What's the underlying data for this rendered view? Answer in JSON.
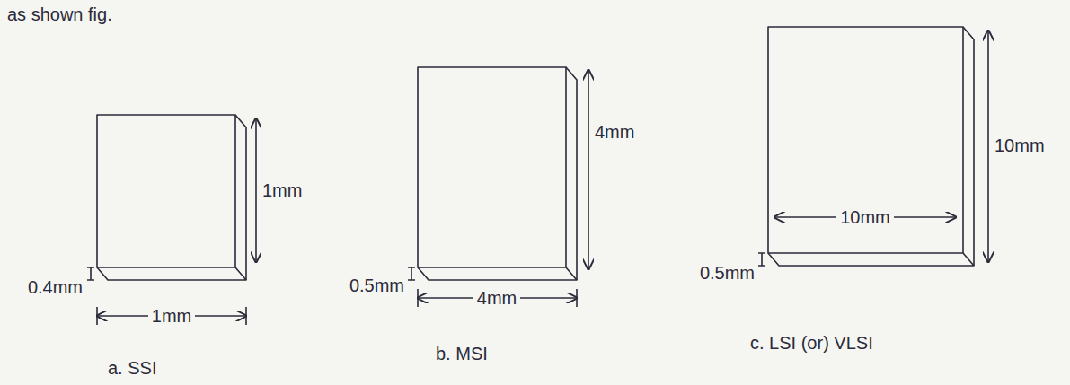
{
  "diagram": {
    "labels": [
      "as shown fig.",
      "1mm",
      "0.4mm",
      "1mm",
      "a. SSI",
      "4mm",
      "0.5mm",
      "4mm",
      "b. MSI",
      "10mm",
      "0.5mm",
      "10mm",
      "c. LSI (or) VLSI"
    ]
  }
}
